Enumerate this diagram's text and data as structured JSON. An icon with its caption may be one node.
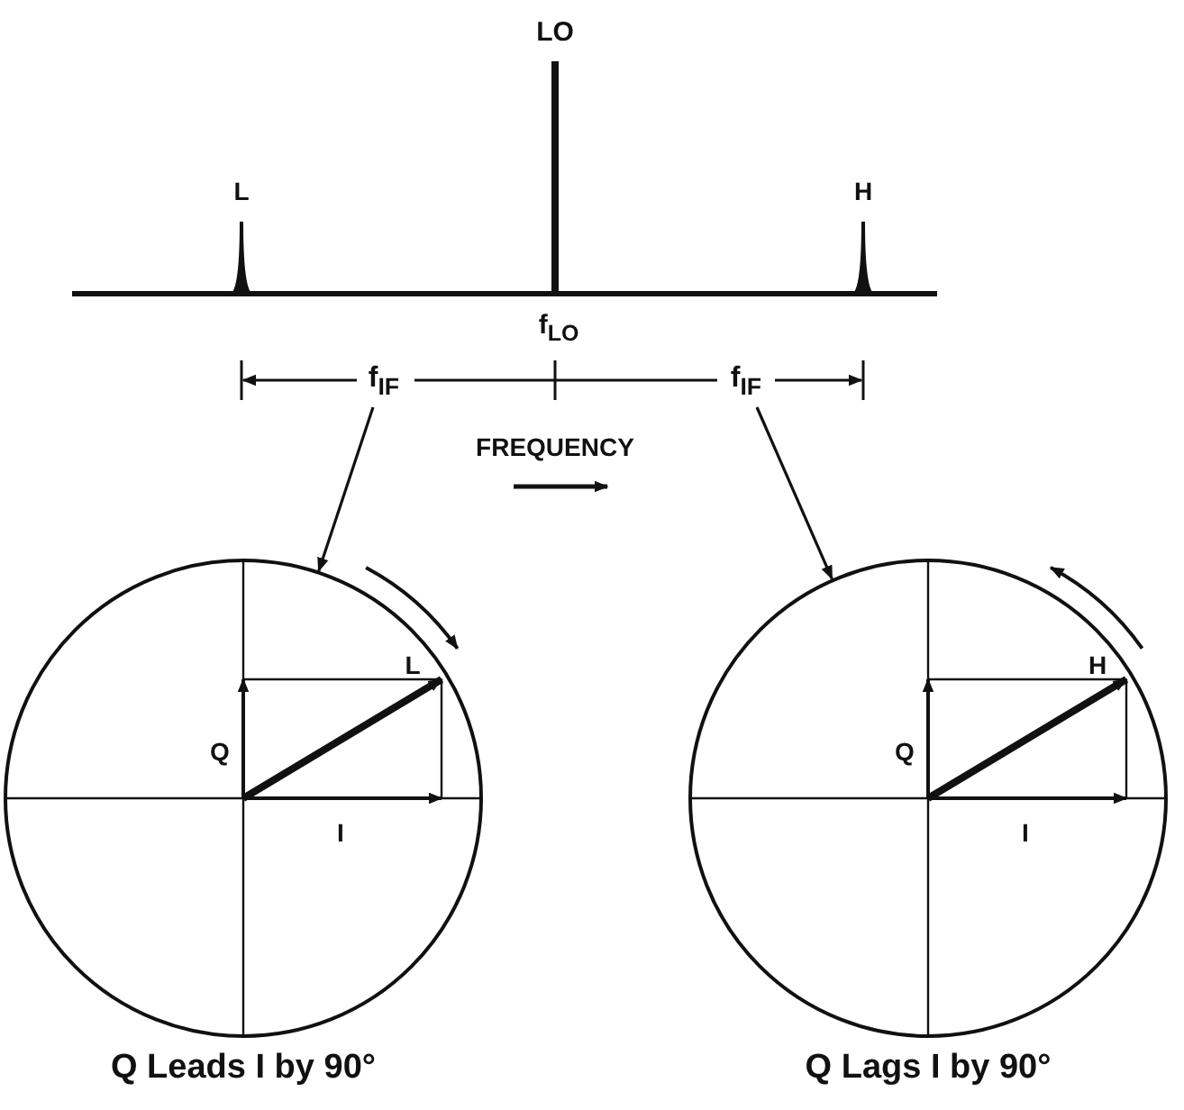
{
  "diagram": {
    "nodes": [
      {
        "text": [
          "f$_{IF}$"
        ]
      },
      {
        "text": [
          "f$_{IF}$"
        ]
      },
      {
        "text": [
          "L",
          "Q",
          "I"
        ],
        "beside": [
          "Q Leads I by 90°"
        ]
      },
      {
        "text": [
          "H",
          "Q",
          "I"
        ],
        "beside": [
          "Q Lags I by 90°"
        ]
      }
    ],
    "edges": [
      {
        "from": 0,
        "to": 2,
        "arrow": "to"
      },
      {
        "from": 1,
        "to": 3,
        "arrow": "to"
      }
    ],
    "labels": [
      "LO",
      "L",
      "H",
      "f$_{LO}$",
      "FREQUENCY"
    ]
  }
}
